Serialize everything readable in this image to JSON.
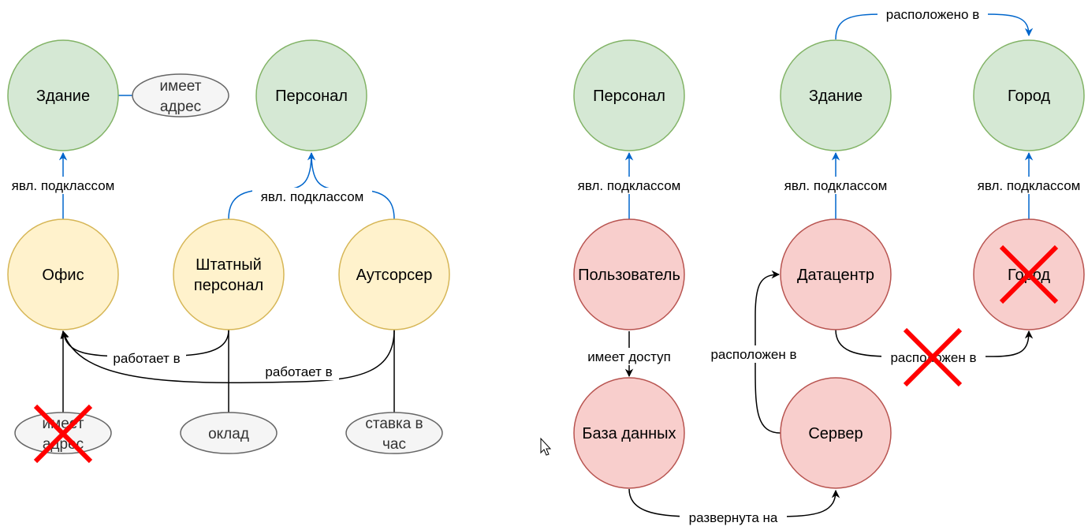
{
  "colors": {
    "class_fill": "#d5e8d4",
    "class_stroke": "#82b366",
    "sub_fill": "#fff2cc",
    "sub_stroke": "#d6b656",
    "red_fill": "#f8cecc",
    "red_stroke": "#b85450",
    "attr_fill": "#f5f5f5",
    "attr_stroke": "#666666",
    "blue_edge": "#0066cc",
    "black_edge": "#000000",
    "cross": "#ff0000"
  },
  "left": {
    "nodes": {
      "building": "Здание",
      "personnel": "Персонал",
      "office": "Офис",
      "staff_line1": "Штатный",
      "staff_line2": "персонал",
      "outsourcer": "Аутсорсер"
    },
    "attrs": {
      "has_address_top_line1": "имеет",
      "has_address_top_line2": "адрес",
      "has_address_bottom_line1": "имеет",
      "has_address_bottom_line2": "адрес",
      "salary": "оклад",
      "rate_line1": "ставка в",
      "rate_line2": "час"
    },
    "edges": {
      "subclass_office": "явл. подклассом",
      "subclass_staff": "явл. подклассом",
      "works_in_staff": "работает в",
      "works_in_outsourcer": "работает в"
    }
  },
  "right": {
    "nodes": {
      "personnel": "Персонал",
      "building": "Здание",
      "city": "Город",
      "user": "Пользователь",
      "datacenter": "Датацентр",
      "city_red": "Город",
      "database": "База данных",
      "server": "Сервер"
    },
    "edges": {
      "located_top": "расположено в",
      "subclass_user": "явл. подклассом",
      "subclass_dc": "явл. подклассом",
      "subclass_city": "явл. подклассом",
      "has_access": "имеет доступ",
      "located_server": "расположен в",
      "located_dc_city": "расположен в",
      "deployed_on": "развернута на"
    }
  }
}
